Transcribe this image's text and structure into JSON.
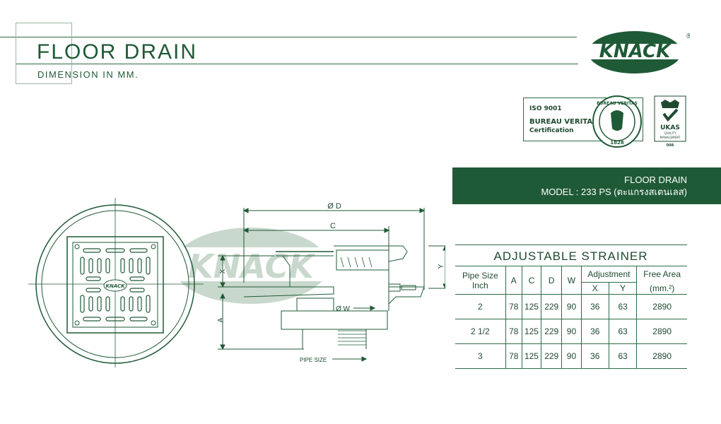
{
  "header": {
    "title": "FLOOR DRAIN",
    "subtitle": "DIMENSION IN MM."
  },
  "brand": {
    "logo_text": "KNACK",
    "registered_mark": "®",
    "color": "#1f5a36"
  },
  "certification": {
    "iso": "ISO 9001",
    "body": "BUREAU VERITAS",
    "label": "Certification",
    "seal_text": "BUREAU VERITAS",
    "seal_year": "1828",
    "ukas_text": "UKAS",
    "ukas_sub1": "QUALITY",
    "ukas_sub2": "MANAGEMENT",
    "ukas_code": "008"
  },
  "model": {
    "product": "FLOOR DRAIN",
    "model_line": "MODEL : 233 PS (ตะแกรงสเตนเลส)"
  },
  "drawing": {
    "watermark": "KNACK",
    "strainer_logo": "KNACK",
    "labels": {
      "diameter_d": "Ø D",
      "c": "C",
      "x": "X",
      "y": "Y",
      "a": "A",
      "w": "Ø W",
      "pipe_size": "PIPE SIZE"
    }
  },
  "table": {
    "title": "ADJUSTABLE  STRAINER",
    "headers": {
      "pipe_size_1": "Pipe Size",
      "pipe_size_2": "Inch",
      "a": "A",
      "c": "C",
      "d": "D",
      "w": "W",
      "adjustment": "Adjustment",
      "x": "X",
      "y": "Y",
      "free_area_1": "Free Area",
      "free_area_2": "(mm.²)"
    },
    "rows": [
      {
        "pipe": "2",
        "a": "78",
        "c": "125",
        "d": "229",
        "w": "90",
        "x": "36",
        "y": "63",
        "free": "2890"
      },
      {
        "pipe": "2 1/2",
        "a": "78",
        "c": "125",
        "d": "229",
        "w": "90",
        "x": "36",
        "y": "63",
        "free": "2890"
      },
      {
        "pipe": "3",
        "a": "78",
        "c": "125",
        "d": "229",
        "w": "90",
        "x": "36",
        "y": "63",
        "free": "2890"
      }
    ]
  }
}
